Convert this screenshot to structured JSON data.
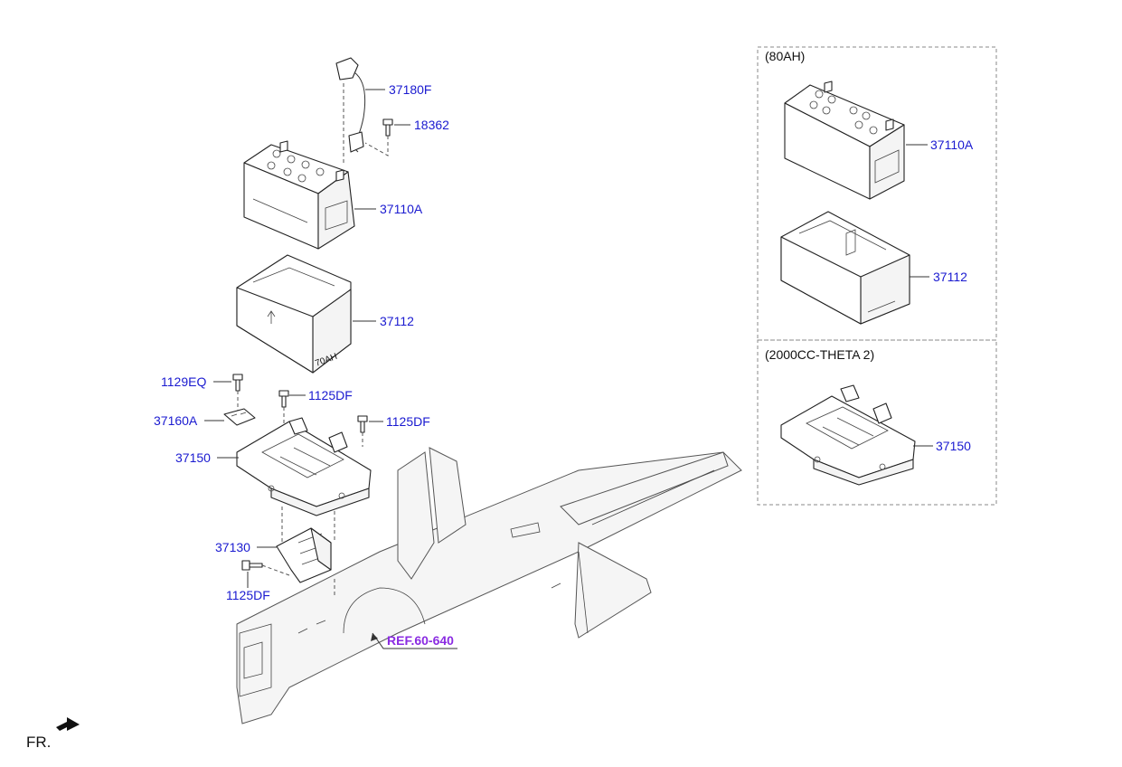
{
  "callouts": {
    "sensor_cable": "37180F",
    "bolt_18362": "18362",
    "battery": "37110A",
    "insulation_case": "37112",
    "bolt_1129eq": "1129EQ",
    "bolt_1125df_top": "1125DF",
    "bolt_1125df_right": "1125DF",
    "clamp": "37160A",
    "tray": "37150",
    "bracket": "37130",
    "bolt_1125df_bottom": "1125DF",
    "ref": "REF.60-640"
  },
  "variant_80ah": {
    "title": "(80AH)",
    "battery": "37110A",
    "insulation_case": "37112"
  },
  "variant_theta": {
    "title": "(2000CC-THETA 2)",
    "tray": "37150"
  },
  "direction": {
    "label": "FR."
  },
  "case_marking": "70AH",
  "colors": {
    "callout": "#1a1ad0",
    "reference": "#8a2be2",
    "line": "#222222"
  }
}
